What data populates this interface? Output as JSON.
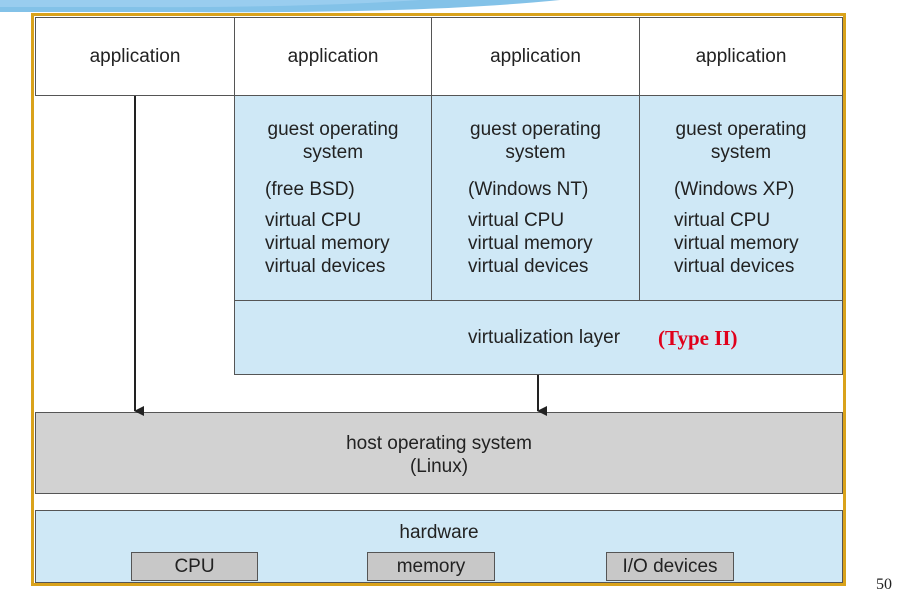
{
  "applications": [
    "application",
    "application",
    "application",
    "application"
  ],
  "guests": [
    {
      "title_line1": "guest operating",
      "title_line2": "system",
      "os": "(free BSD)",
      "res1": "virtual CPU",
      "res2": "virtual memory",
      "res3": "virtual devices"
    },
    {
      "title_line1": "guest operating",
      "title_line2": "system",
      "os": "(Windows NT)",
      "res1": "virtual CPU",
      "res2": "virtual memory",
      "res3": "virtual devices"
    },
    {
      "title_line1": "guest operating",
      "title_line2": "system",
      "os": "(Windows XP)",
      "res1": "virtual CPU",
      "res2": "virtual memory",
      "res3": "virtual devices"
    }
  ],
  "virtualization_layer": {
    "label": "virtualization layer",
    "type_note": "(Type II)"
  },
  "host_os": {
    "line1": "host operating system",
    "line2": "(Linux)"
  },
  "hardware": {
    "label": "hardware",
    "components": [
      "CPU",
      "memory",
      "I/O devices"
    ]
  },
  "page_number": "50",
  "colors": {
    "frame": "#d9a21b",
    "virtual_blue": "#cfe8f6",
    "host_gray": "#d2d2d2",
    "accent_red": "#e0001b"
  }
}
